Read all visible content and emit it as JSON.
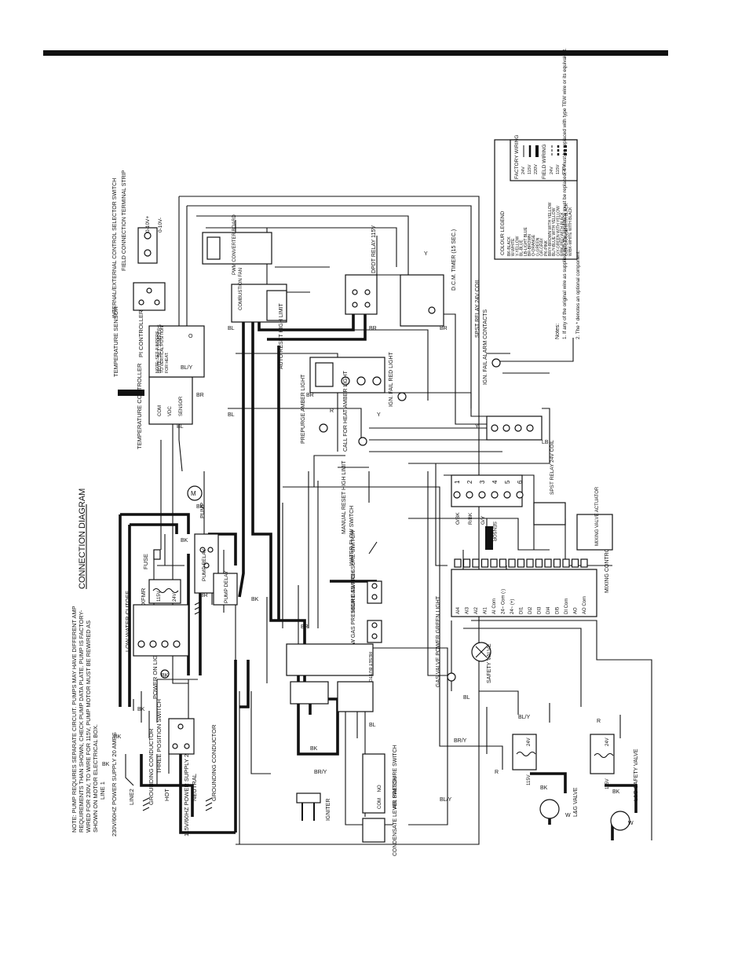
{
  "diagram": {
    "title": "CONNECTION DIAGRAM",
    "note": "NOTE: PUMP REQUIRES SEPARATE CIRCUIT. PUMPS MAY HAVE DIFFERENT AMP REQUIREMENTS THAN SHOWN, CHECK PUMP DATA PLATE. PUMP IS FACTORY-WIRED FOR 230V, TO WIRE FOR 115V, PUMP MOTOR MUST BE REWIRED AS SHOWN ON MOTOR ELECTRICAL BOX.",
    "power_230": "230V/60HZ POWER SUPPLY 20 AMPS",
    "power_115": "115V/60HZ POWER SUPPLY 20 AMPS",
    "line1": "LINE 1",
    "line2": "LINE2",
    "grounding_conductor": "GROUNDING CONDUCTOR",
    "hot": "HOT",
    "neutral": "NEUTRAL",
    "grounding_conductor_2": "GROUNDING CONDUCTOR",
    "three_position_switch": "THREE POSITION SWITCH",
    "power_on_light": "POWER ON LIGHT AMBER",
    "low_water_cutoff": "LOW WATER CUTOFF",
    "xfmr": "XFMR",
    "fuse": "FUSE",
    "pump_relay": "PUMP RELAY",
    "pump_delay": "PUMP DELAY",
    "pump": "PUMP",
    "temperature_controller": "TEMPERATURE CONTROLLER",
    "temperature_sensor": "TEMPERATURE SENSOR",
    "pi_controller": "PI CONTROLLER",
    "pi_note": "NOTE: SET JUMPERS TO VERTICAL POSITION FOR HEAT.",
    "selector_switch": "INTERNAL/EXTERNAL CONTROL SELECTOR SWITCH",
    "field_strip": "FIELD CONNECTION TERMINAL STRIP",
    "field_plus": "0-10V+",
    "field_minus": "0-10V-",
    "pwm_board": "PWM CONVERTER BOARD",
    "combustion_fan": "COMBUSTION FAN",
    "dpdt_relay": "DPDT RELAY 115V",
    "dcm_timer": "D.C.M. TIMER (15 SEC.)",
    "spst_relay_1": "SPST RELAY 24V COIL",
    "ign_fail": "IGN. FAIL ALARM CONTACTS",
    "auto_reset": "AUTO RESET HIGH LIMIT",
    "prepurge_light": "PREPURGE AMBER LIGHT",
    "call_for_heat": "CALL FOR HEAT AMBER LIGHT",
    "ign_fail_light": "IGN. FAIL RED LIGHT",
    "manual_reset": "MANUAL RESET HIGH LIMIT",
    "water_flow_switch": "WATER FLOW SWITCH",
    "high_gas_switch": "HIGH GAS PRESSURE SWITCH",
    "low_gas_switch": "LOW GAS PRESSURE SWITCH",
    "gas_valve_light": "GAS VALVE POWER GREEN LIGHT",
    "safety_valve": "SAFETY VALVE",
    "igniter": "IGNITER",
    "air_pressure_switch": "AIR PRESSURE SWITCH",
    "condensate_switch": "CONDENSATE LEVEL SWITCH",
    "lg_valve": "L&G VALVE",
    "lg_safety_valve": "L&G SAFETY VALVE",
    "mixing_control": "MIXING CONTROL",
    "mixing_valve": "MIXING VALVE ACTUATOR",
    "spst_relay_2": "SPST RELAY 24V COIL",
    "sensor": "SENSOR",
    "reset_button": "RESET BUTTON",
    "com": "COM",
    "no": "NO",
    "v24": "24V",
    "v115": "115V",
    "mix_terminals": [
      "AI4",
      "AI3",
      "AI2",
      "AI1",
      "AI Com",
      "24~ Com (-)",
      "24~ (+)",
      "DI1",
      "DI2",
      "DI3",
      "DI4",
      "DI5",
      "DI Com",
      "AO",
      "AO Com"
    ],
    "strip_numbers": [
      "1",
      "2",
      "3",
      "4",
      "5",
      "6"
    ],
    "strip_wires": [
      "O/BK",
      "R/BK",
      "G/Y",
      "",
      "",
      ""
    ],
    "colour_legend_title": "COLOUR LEGEND",
    "colour_legend": [
      "BK-BLACK",
      "W-WHITE",
      "Y-YELLOW",
      "BL-BLUE",
      "LB-LIGHT BLUE",
      "BR-BROWN",
      "O-ORANGE",
      "G-GREEN",
      "GR-GRAY",
      "PK-PINK",
      "BR/Y-BROWN WITH YELLOW",
      "BL/Y-BLUE WITH YELLOW",
      "G/Y-GREEN WITH YELLOW",
      "R/BK-RED WITH BLACK",
      "O/BK-ORANGE WITH BLACK",
      "W/BK-WHITE WITH BLACK"
    ],
    "factory_wiring": "FACTORY WIRING",
    "field_wiring": "FIELD WIRING",
    "wiring_voltages": [
      "24V",
      "115V",
      "220V"
    ],
    "notes_title": "Notes:",
    "notes": [
      "1. If any of the original wire as supplied with the appliance must be replaced, it must be replaced with type TEW wire or its equivalent.",
      "2. The * denotes an optional component."
    ]
  }
}
